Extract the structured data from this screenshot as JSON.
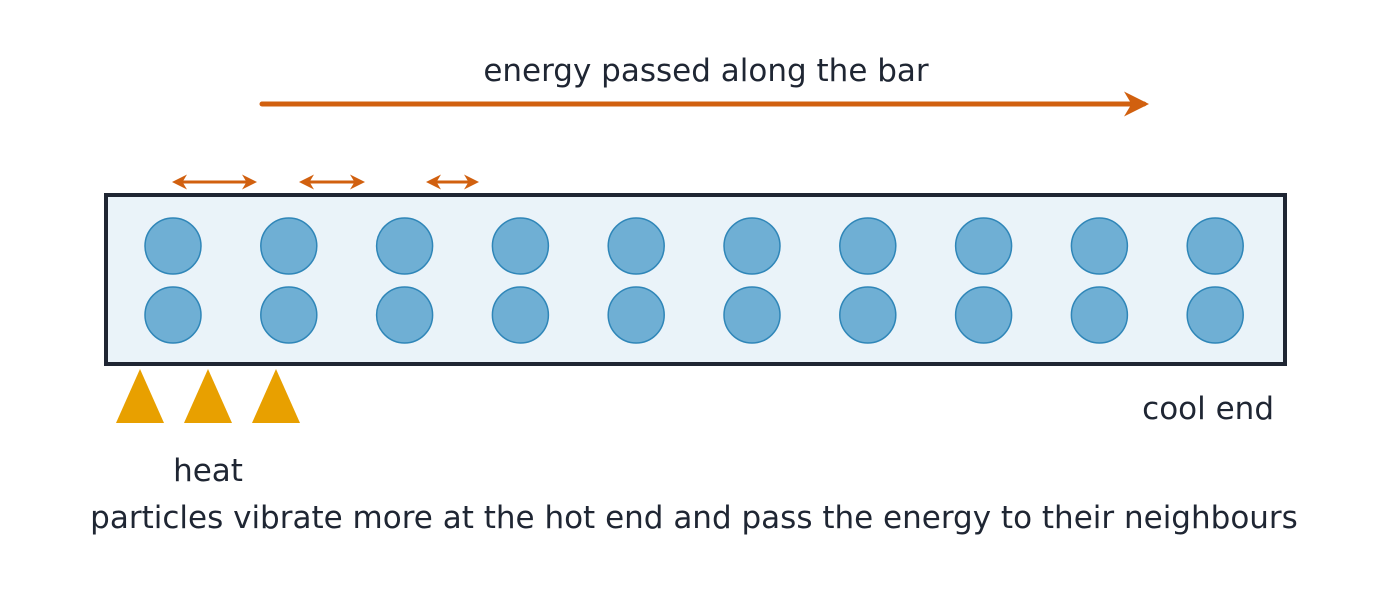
{
  "labels": {
    "energy_arrow": "energy passed along the bar",
    "cool_end": "cool end",
    "heat": "heat",
    "caption": "particles vibrate more at the hot end and pass the energy to their neighbours"
  },
  "particles": {
    "columns": 10,
    "rows": 2,
    "fill": "#6fafd4",
    "stroke": "#2f86b8"
  },
  "vibration_arrows": {
    "count": 3,
    "color": "#d1600f"
  },
  "flames": {
    "count": 3,
    "color": "#e8a000"
  },
  "colors": {
    "bar_fill": "#eaf3f9",
    "bar_stroke": "#1f2633",
    "energy_arrow": "#d1600f",
    "text": "#1f2633"
  }
}
